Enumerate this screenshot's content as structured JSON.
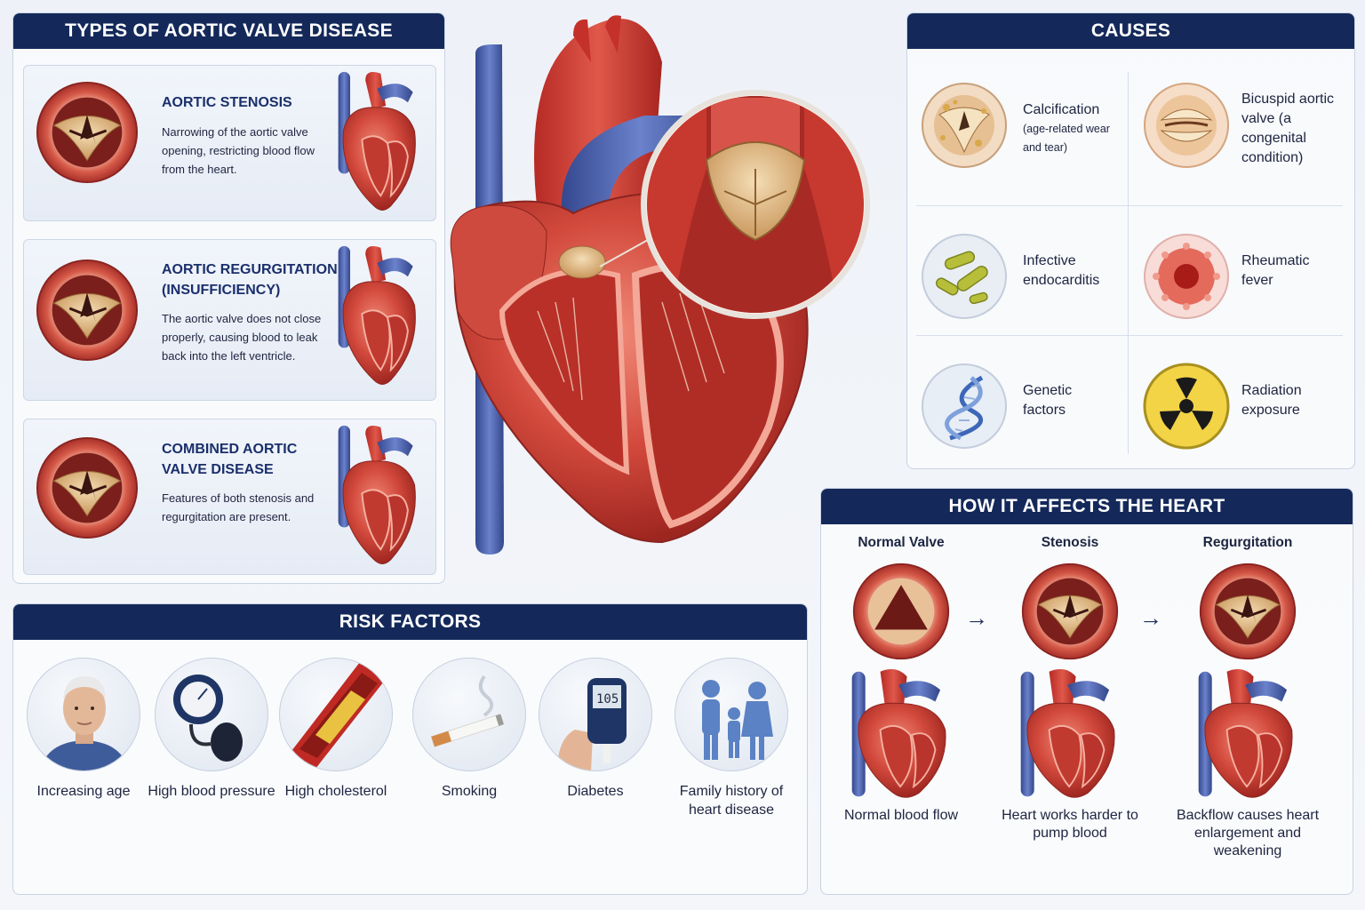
{
  "types": {
    "header": "TYPES OF AORTIC VALVE DISEASE",
    "items": [
      {
        "title": "AORTIC STENOSIS",
        "desc": "Narrowing of the aortic valve opening, restricting blood flow from the heart."
      },
      {
        "title": "AORTIC REGURGITATION (INSUFFICIENCY)",
        "desc": "The aortic valve does not close properly, causing blood to leak back into the left ventricle."
      },
      {
        "title": "COMBINED AORTIC VALVE DISEASE",
        "desc": "Features of both stenosis and regurgitation are present."
      }
    ]
  },
  "causes": {
    "header": "CAUSES",
    "items": [
      {
        "label": "Calcification",
        "sub": "(age-related wear and tear)",
        "icon": "calcified-valve-icon"
      },
      {
        "label": "Bicuspid aortic valve (a congenital condition)",
        "sub": "",
        "icon": "bicuspid-valve-icon"
      },
      {
        "label": "Infective endocarditis",
        "sub": "",
        "icon": "bacteria-icon"
      },
      {
        "label": "Rheumatic fever",
        "sub": "",
        "icon": "virus-icon"
      },
      {
        "label": "Genetic factors",
        "sub": "",
        "icon": "dna-icon"
      },
      {
        "label": "Radiation exposure",
        "sub": "",
        "icon": "radiation-icon"
      }
    ]
  },
  "risks": {
    "header": "RISK FACTORS",
    "items": [
      {
        "label": "Increasing age",
        "icon": "elderly-man-icon"
      },
      {
        "label": "High blood pressure",
        "icon": "blood-pressure-cuff-icon"
      },
      {
        "label": "High cholesterol",
        "icon": "clogged-artery-icon"
      },
      {
        "label": "Smoking",
        "icon": "cigarette-icon"
      },
      {
        "label": "Diabetes",
        "icon": "glucose-meter-icon",
        "meter_reading": "105"
      },
      {
        "label": "Family history of heart disease",
        "icon": "family-icon"
      }
    ]
  },
  "effects": {
    "header": "HOW IT AFFECTS THE HEART",
    "items": [
      {
        "title": "Normal Valve",
        "label": "Normal blood flow"
      },
      {
        "title": "Stenosis",
        "label": "Heart works harder to pump blood"
      },
      {
        "title": "Regurgitation",
        "label": "Backflow causes heart enlargement and weakening"
      }
    ],
    "arrow": "→"
  },
  "colors": {
    "header_bg": "#14295a",
    "title_blue": "#1a2f6b",
    "muscle_red": "#c8342e",
    "vein_blue": "#4a63b3",
    "valve_tan": "#e4c08e"
  }
}
